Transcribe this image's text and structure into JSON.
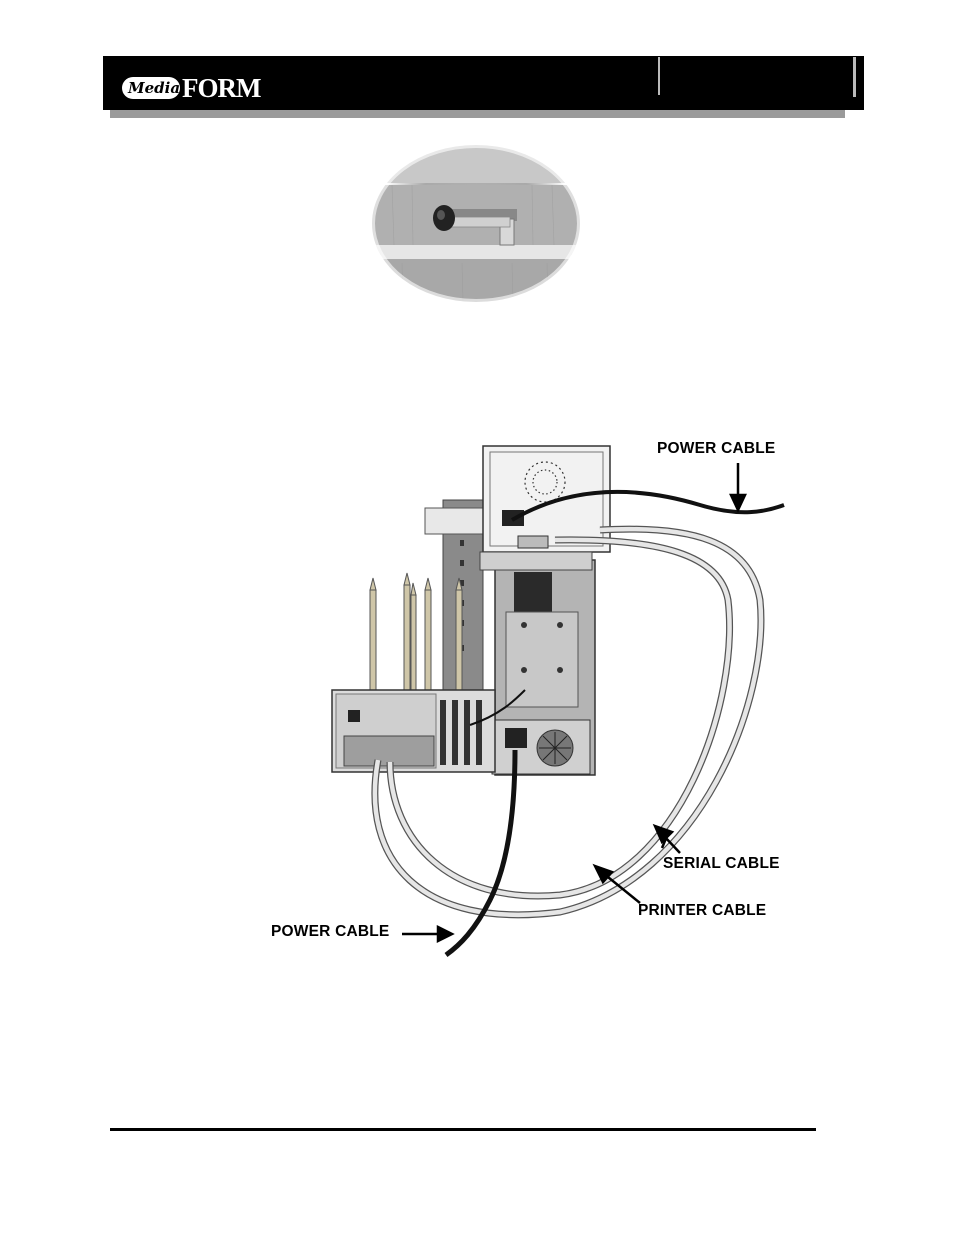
{
  "header": {
    "logo_media": "Media",
    "logo_form": "FORM"
  },
  "labels": {
    "power_cable_top": "POWER CABLE",
    "serial_cable": "SERIAL CABLE",
    "printer_cable": "PRINTER CABLE",
    "power_cable_bottom": "POWER CABLE"
  }
}
